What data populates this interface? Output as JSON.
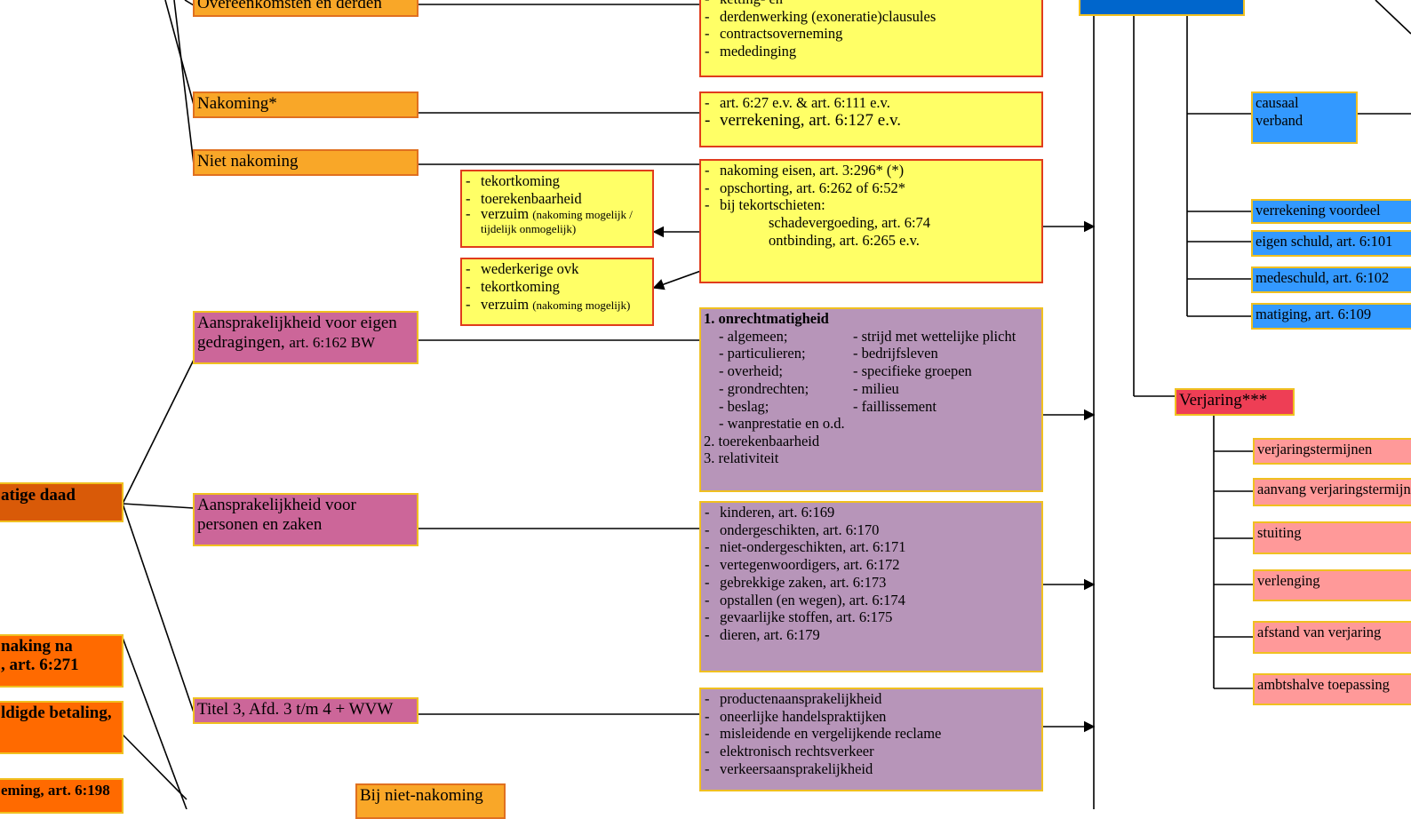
{
  "left": {
    "daad": "atige daad",
    "zaakwaarneming": [
      "naking na",
      ", art. 6:271"
    ],
    "onverschuldigde": "ldigde betaling,",
    "verrijking": "eming, art. 6:198"
  },
  "mid": {
    "overeenkomsten": "Overeenkomsten en derden",
    "nakoming": "Nakoming*",
    "niet_nakoming": "Niet nakoming",
    "eigen_gedragingen": [
      "Aansprakelijkheid voor eigen",
      "gedragingen, ",
      "art. 6:162  BW"
    ],
    "personen_zaken": [
      "Aansprakelijkheid voor",
      "personen en zaken"
    ],
    "titel3": "Titel 3, Afd. 3 t/m 4 + WVW",
    "bij_niet_nakoming": "Bij niet-nakoming"
  },
  "yellow_top": [
    "ketting- en ",
    "derdenwerking (exoneratie)clausules",
    "contractsoverneming",
    "mededinging"
  ],
  "yellow_nakoming": [
    "art. 6:27 e.v. & art. 6:111 e.v.",
    "verrekening, art. 6:127 e.v."
  ],
  "yellow_niet": {
    "items": [
      "nakoming  eisen, art. 3:296* (*)",
      "opschorting, art. 6:262 of 6:52*",
      "bij tekortschieten:"
    ],
    "sub": [
      "schadevergoeding, art. 6:74",
      "ontbinding, art. 6:265 e.v."
    ]
  },
  "small_box1": {
    "items": [
      "tekortkoming",
      "toerekenbaarheid",
      "verzuim"
    ],
    "note1": "(nakoming mogelijk /",
    "note2": "tijdelijk onmogelijk)"
  },
  "small_box2": {
    "items": [
      "wederkerige ovk",
      "tekortkoming",
      "verzuim"
    ],
    "note": "(nakoming mogelijk)"
  },
  "purple1": {
    "heading": "1. onrechtmatigheid",
    "left_col": [
      "- algemeen;",
      "- particulieren;",
      "- overheid;",
      "- grondrechten;",
      "- beslag;",
      "- wanprestatie en o.d."
    ],
    "right_col": [
      "- strijd met wettelijke plicht",
      "- bedrijfsleven",
      "- specifieke groepen",
      "- milieu",
      "- faillissement"
    ],
    "tail": [
      "2. toerekenbaarheid",
      "3. relativiteit"
    ]
  },
  "purple2": [
    "kinderen, art. 6:169",
    "ondergeschikten, art. 6:170",
    "niet-ondergeschikten, art. 6:171",
    "vertegenwoordigers, art. 6:172",
    "gebrekkige zaken, art. 6:173",
    "opstallen (en wegen), art. 6:174",
    "gevaarlijke stoffen, art. 6:175",
    "dieren, art. 6:179"
  ],
  "purple3": [
    "productenaansprakelijkheid",
    "oneerlijke handelspraktijken",
    "misleidende en vergelijkende reclame",
    "elektronisch rechtsverkeer",
    "verkeersaansprakelijkheid"
  ],
  "right": {
    "causaal": [
      "causaal",
      "verband"
    ],
    "blue_items": [
      "verrekening voordeel",
      "eigen schuld, art. 6:101",
      "medeschuld, art. 6:102",
      "matiging, art. 6:109"
    ],
    "verjaring": "Verjaring***",
    "pink_items": [
      "verjaringstermijnen",
      "aanvang verjaringstermijn",
      "stuiting",
      "verlenging",
      "afstand van verjaring",
      "ambtshalve toepassing"
    ]
  },
  "colors": {
    "orange": "#f9a728",
    "yellow": "#ffff66",
    "purple": "#b795b9",
    "pink": "#cc6699",
    "blue": "#3399ff",
    "dark_blue": "#0066cc",
    "red": "#ee3e55",
    "light_pink": "#ff9999"
  }
}
